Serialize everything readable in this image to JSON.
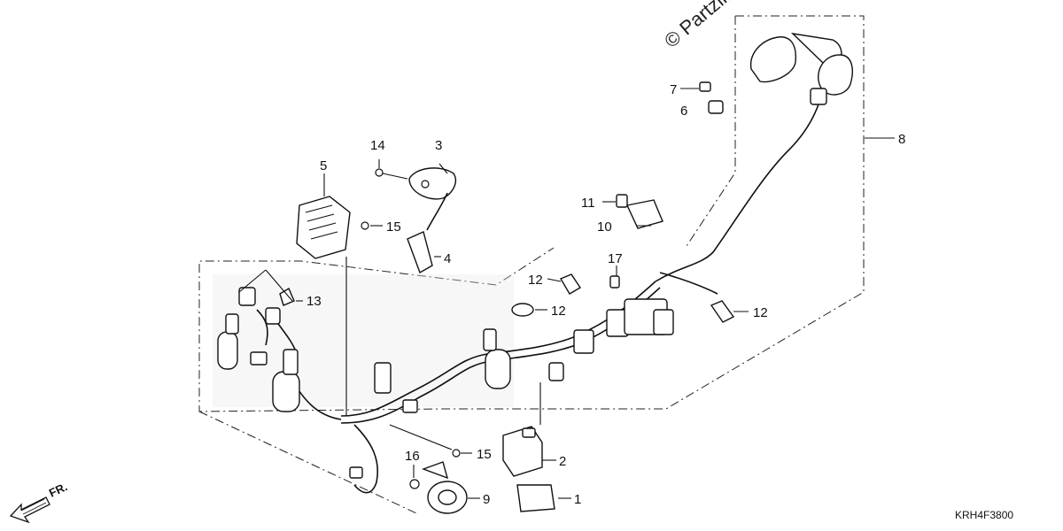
{
  "watermark": "© Partzilla",
  "diagram_code": "KRH4F3800",
  "direction_label": "FR.",
  "callouts": [
    {
      "id": "c1",
      "label": "1"
    },
    {
      "id": "c2",
      "label": "2"
    },
    {
      "id": "c3",
      "label": "3"
    },
    {
      "id": "c4",
      "label": "4"
    },
    {
      "id": "c5",
      "label": "5"
    },
    {
      "id": "c6",
      "label": "6"
    },
    {
      "id": "c7",
      "label": "7"
    },
    {
      "id": "c8",
      "label": "8"
    },
    {
      "id": "c9",
      "label": "9"
    },
    {
      "id": "c10",
      "label": "10"
    },
    {
      "id": "c11",
      "label": "11"
    },
    {
      "id": "c12a",
      "label": "12"
    },
    {
      "id": "c12b",
      "label": "12"
    },
    {
      "id": "c12c",
      "label": "12"
    },
    {
      "id": "c13",
      "label": "13"
    },
    {
      "id": "c14",
      "label": "14"
    },
    {
      "id": "c15a",
      "label": "15"
    },
    {
      "id": "c15b",
      "label": "15"
    },
    {
      "id": "c16",
      "label": "16"
    },
    {
      "id": "c17",
      "label": "17"
    }
  ]
}
